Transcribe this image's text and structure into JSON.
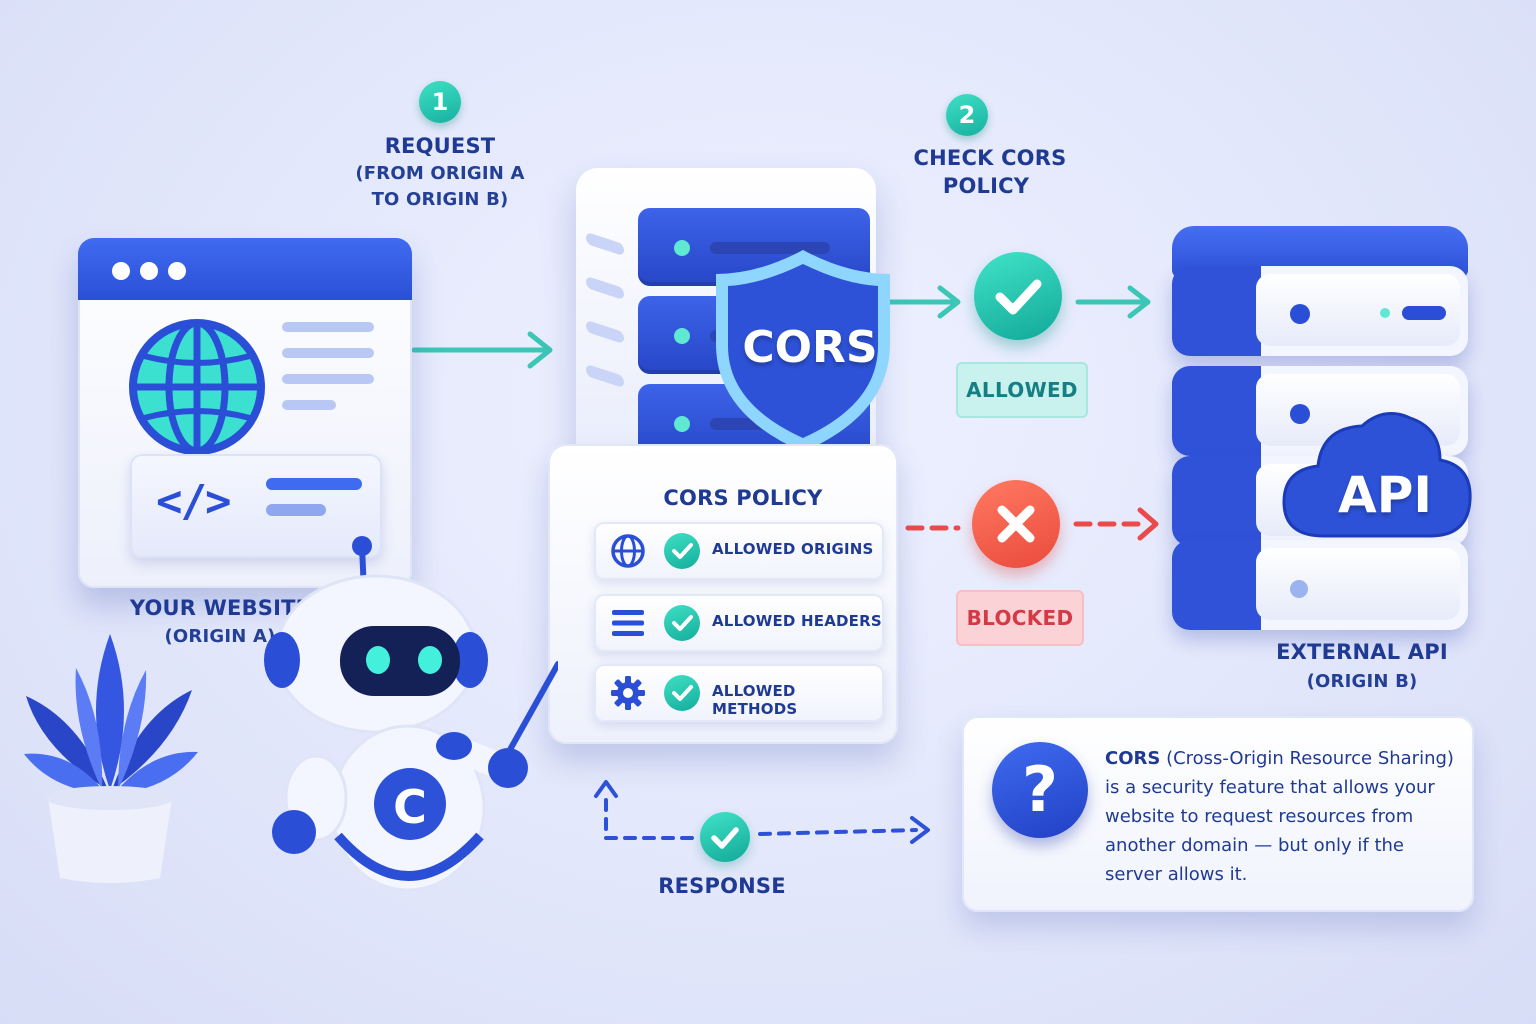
{
  "step1": {
    "number": "1",
    "title": "REQUEST",
    "subtitle_line1": "(FROM ORIGIN A",
    "subtitle_line2": "TO ORIGIN B)"
  },
  "step2": {
    "number": "2",
    "title_line1": "CHECK CORS",
    "title_line2": "POLICY"
  },
  "website": {
    "title": "YOUR WEBSITE",
    "subtitle": "(ORIGIN A)",
    "code_glyph": "</>"
  },
  "server": {
    "shield_text": "CORS"
  },
  "policy": {
    "title": "CORS POLICY",
    "rows": [
      {
        "label": "ALLOWED ORIGINS",
        "icon": "globe-icon"
      },
      {
        "label": "ALLOWED HEADERS",
        "icon": "list-icon"
      },
      {
        "label": "ALLOWED METHODS",
        "icon": "gear-icon"
      }
    ]
  },
  "status": {
    "allowed": "ALLOWED",
    "blocked": "BLOCKED"
  },
  "api": {
    "badge": "API",
    "title": "EXTERNAL API",
    "subtitle": "(ORIGIN B)"
  },
  "response": {
    "label": "RESPONSE"
  },
  "robot": {
    "chest_letter": "C"
  },
  "info": {
    "lead": "CORS",
    "line1_rest": " (Cross-Origin Resource Sharing)",
    "line2": "is a security feature that allows your",
    "line3": "website to request resources from",
    "line4": "another domain — but only if the",
    "line5": "server allows it."
  },
  "colors": {
    "primary_blue": "#2a4fd6",
    "teal": "#1fbfae",
    "danger": "#f05a4a",
    "text_navy": "#1f3a93"
  }
}
